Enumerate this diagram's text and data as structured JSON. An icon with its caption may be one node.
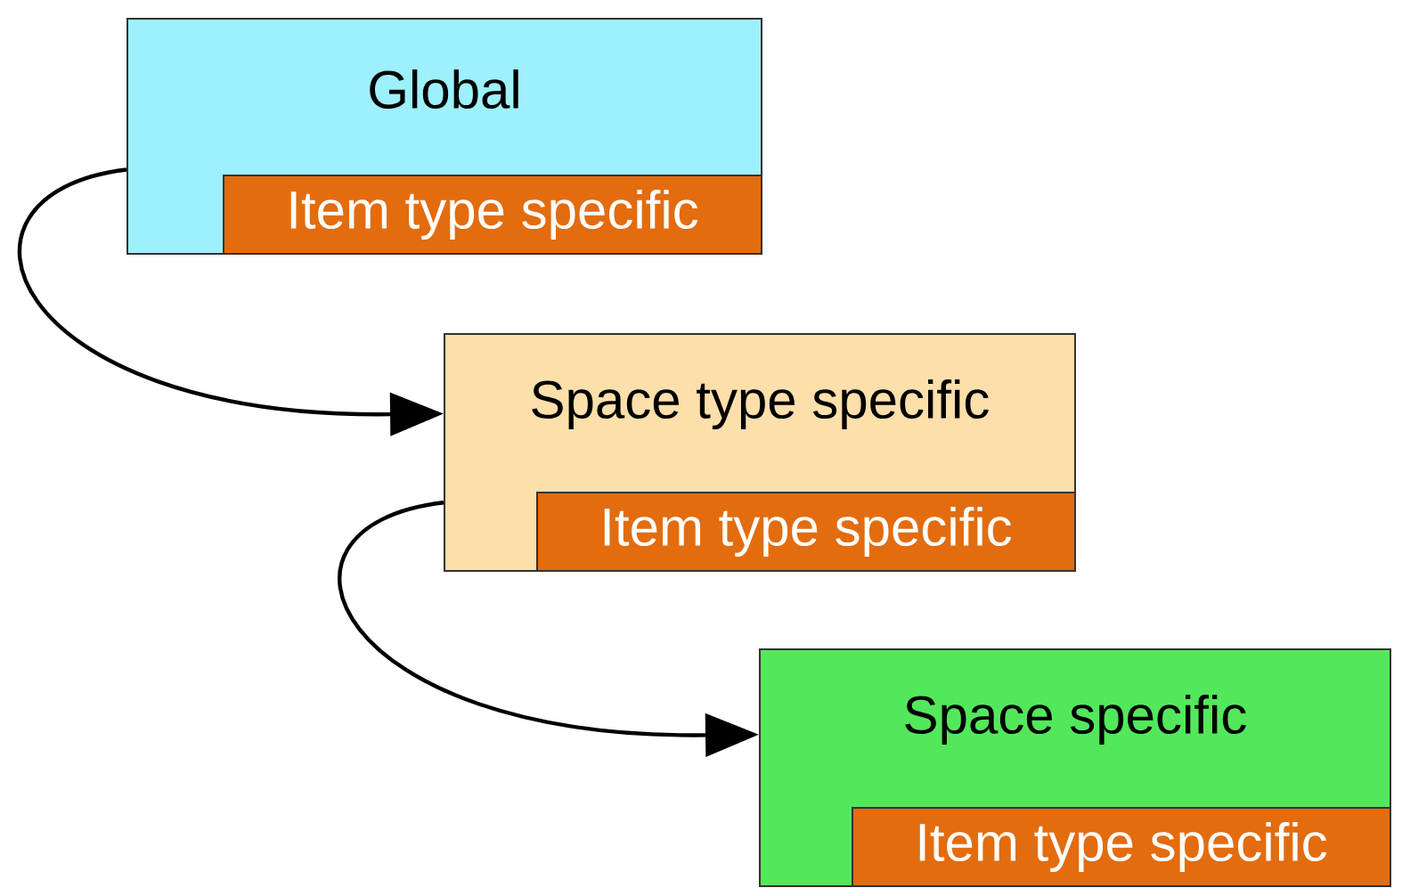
{
  "diagram": {
    "nodes": [
      {
        "text": [
          "Global"
        ]
      },
      {
        "text": [
          "Item type specific"
        ],
        "in": 0
      },
      {
        "text": [
          "Space type specific"
        ]
      },
      {
        "text": [
          "Item type specific"
        ],
        "in": 2
      },
      {
        "text": [
          "Space specific"
        ]
      },
      {
        "text": [
          "Item type specific"
        ],
        "in": 4
      }
    ],
    "edges": [
      {
        "from": 0,
        "to": 2,
        "arrow": "to"
      },
      {
        "from": 2,
        "to": 4,
        "arrow": "to"
      }
    ]
  }
}
